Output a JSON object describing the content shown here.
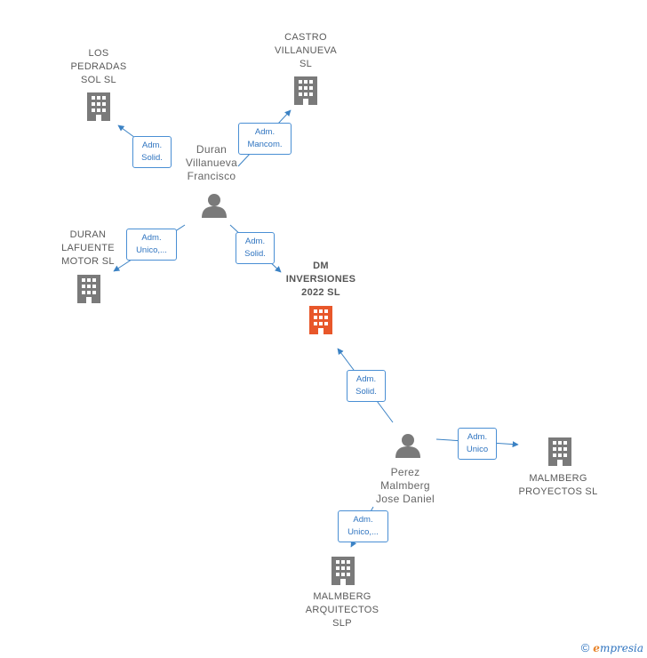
{
  "colors": {
    "company": "#7a7a7a",
    "main_company": "#e8572a",
    "person": "#7a7a7a",
    "edge": "#3b82c4"
  },
  "nodes": {
    "los_pedradas": {
      "label_lines": [
        "LOS",
        "PEDRADAS",
        "SOL  SL"
      ],
      "icon": "building-icon"
    },
    "castro_villanueva": {
      "label_lines": [
        "CASTRO",
        "VILLANUEVA",
        "SL"
      ],
      "icon": "building-icon"
    },
    "duran_lafuente": {
      "label_lines": [
        "DURAN",
        "LAFUENTE",
        "MOTOR  SL"
      ],
      "icon": "building-icon"
    },
    "dm_inversiones": {
      "label_lines": [
        "DM",
        "INVERSIONES",
        "2022  SL"
      ],
      "icon": "building-icon"
    },
    "malmberg_proyectos": {
      "label_lines": [
        "MALMBERG",
        "PROYECTOS SL"
      ],
      "icon": "building-icon"
    },
    "malmberg_arquitectos": {
      "label_lines": [
        "MALMBERG",
        "ARQUITECTOS",
        "SLP"
      ],
      "icon": "building-icon"
    },
    "duran_villanueva": {
      "label_lines": [
        "Duran",
        "Villanueva",
        "Francisco"
      ],
      "icon": "person-icon"
    },
    "perez_malmberg": {
      "label_lines": [
        "Perez",
        "Malmberg",
        "Jose Daniel"
      ],
      "icon": "person-icon"
    }
  },
  "edges": {
    "e1": {
      "lines": [
        "Adm.",
        "Solid."
      ]
    },
    "e2": {
      "lines": [
        "Adm.",
        "Mancom."
      ]
    },
    "e3": {
      "lines": [
        "Adm.",
        "Unico,..."
      ]
    },
    "e4": {
      "lines": [
        "Adm.",
        "Solid."
      ]
    },
    "e5": {
      "lines": [
        "Adm.",
        "Solid."
      ]
    },
    "e6": {
      "lines": [
        "Adm.",
        "Unico"
      ]
    },
    "e7": {
      "lines": [
        "Adm.",
        "Unico,..."
      ]
    }
  },
  "watermark": {
    "symbol": "©",
    "brand_first": "e",
    "brand_rest": "mpresia"
  }
}
